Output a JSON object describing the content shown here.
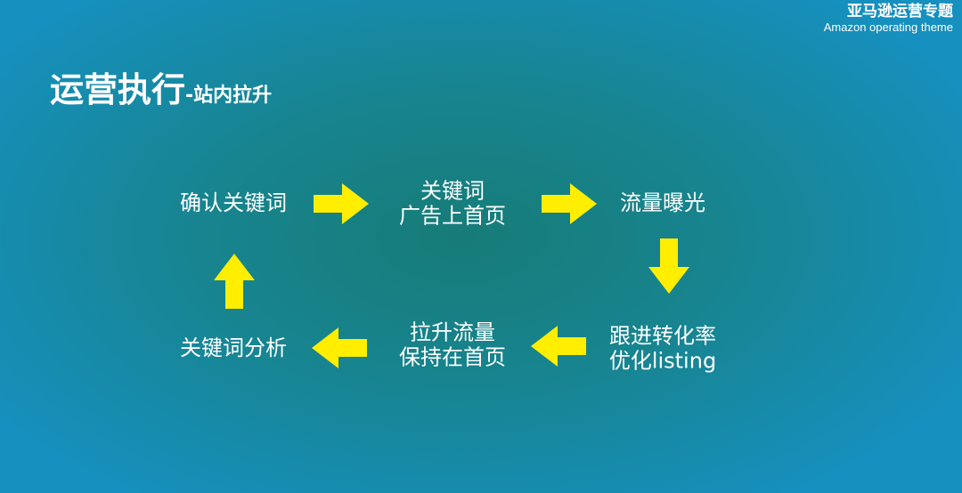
{
  "header": {
    "brand_cn": "亚马逊运营专题",
    "brand_en": "Amazon operating theme"
  },
  "title": {
    "main": "运营执行",
    "sub": "-站内拉升"
  },
  "flow": {
    "nodes": [
      {
        "line1": "确认关键词",
        "line2": ""
      },
      {
        "line1": "关键词",
        "line2": "广告上首页"
      },
      {
        "line1": "流量曝光",
        "line2": ""
      },
      {
        "line1": "跟进转化率",
        "line2": "优化listing"
      },
      {
        "line1": "拉升流量",
        "line2": "保持在首页"
      },
      {
        "line1": "关键词分析",
        "line2": ""
      }
    ],
    "arrow_color": "#ffee00"
  }
}
